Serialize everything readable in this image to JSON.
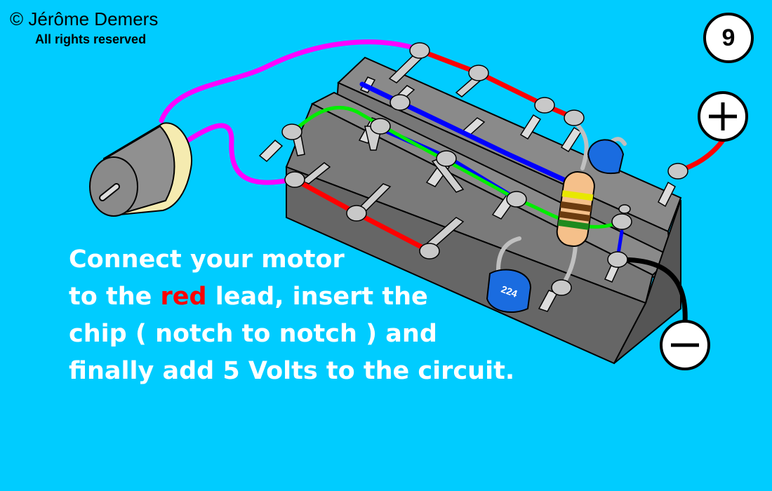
{
  "header": {
    "copyright": "© Jérôme Demers",
    "rights": "All rights reserved"
  },
  "step_number": "9",
  "capacitor_label": "224",
  "instruction": {
    "line1": "Connect your motor",
    "line2_pre": "to the ",
    "line2_highlight": "red",
    "line2_post": " lead, insert the",
    "line3": "chip ( notch to notch ) and",
    "line4": "finally add 5 Volts to the circuit."
  },
  "colors": {
    "background": "#00CCFF",
    "board": "#666666",
    "wire_red": "#FF0000",
    "wire_blue": "#0000FF",
    "wire_green": "#00FF00",
    "wire_magenta": "#FF00FF",
    "highlight": "#FF0000"
  },
  "icons": {
    "positive_terminal": "plus-icon",
    "negative_terminal": "minus-icon"
  }
}
